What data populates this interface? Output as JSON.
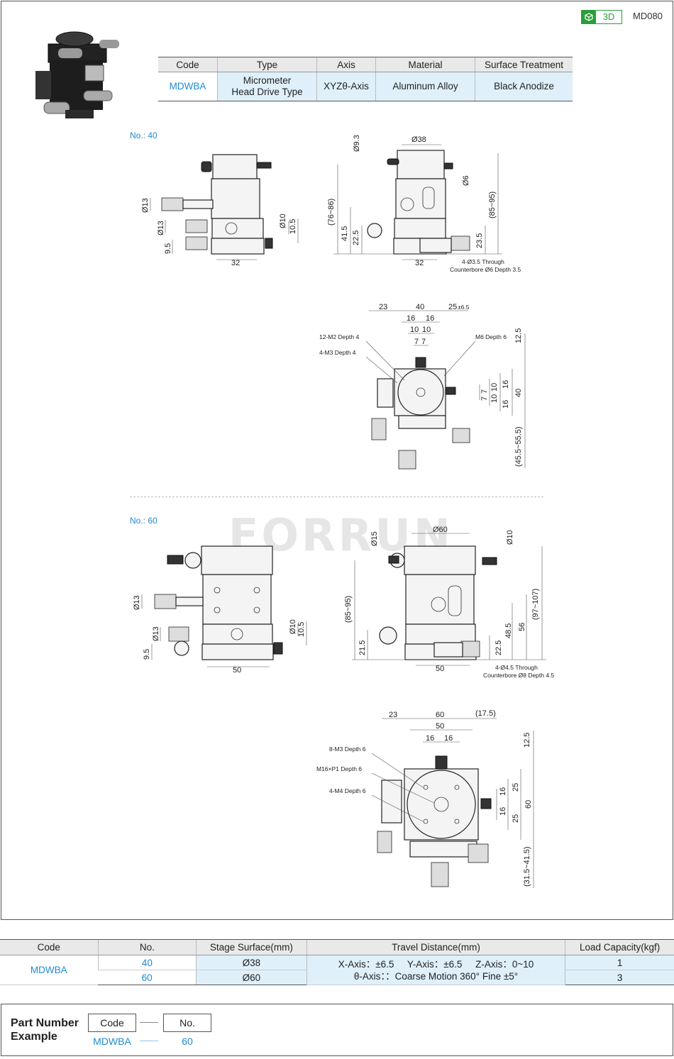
{
  "header": {
    "badge_3d": "3D",
    "model_code": "MD080"
  },
  "spec_table": {
    "headers": [
      "Code",
      "Type",
      "Axis",
      "Material",
      "Surface Treatment"
    ],
    "row": {
      "code": "MDWBA",
      "type_line1": "Micrometer",
      "type_line2": "Head Drive Type",
      "axis": "XYZθ-Axis",
      "material": "Aluminum Alloy",
      "surface": "Black Anodize"
    }
  },
  "drawings": {
    "no40": {
      "label": "No.: 40",
      "front_dims": [
        "Ø13",
        "Ø13",
        "9.5",
        "32",
        "Ø10",
        "10.5"
      ],
      "side_dims": [
        "Ø9.3",
        "Ø38",
        "Ø6",
        "(76~86)",
        "41.5",
        "22.5",
        "(85~95)",
        "23.5",
        "32"
      ],
      "side_note1": "4-Ø3.5 Through",
      "side_note2": "Counterbore Ø6 Depth 3.5",
      "top_dims": [
        "23",
        "40",
        "25",
        "±6.5",
        "16",
        "16",
        "10",
        "10",
        "7",
        "7",
        "12.5",
        "16",
        "10",
        "7",
        "7",
        "10",
        "16",
        "40",
        "(45.5~55.5)"
      ],
      "top_notes": [
        "12-M2 Depth 4",
        "4-M3 Depth 4",
        "M6 Depth 6"
      ]
    },
    "no60": {
      "label": "No.: 60",
      "front_dims": [
        "Ø13",
        "Ø13",
        "9.5",
        "50",
        "Ø10",
        "10.5"
      ],
      "side_dims": [
        "Ø15",
        "Ø60",
        "Ø10",
        "(85~95)",
        "21.5",
        "22.5",
        "48.5",
        "56",
        "(97~107)",
        "50"
      ],
      "side_note1": "4-Ø4.5 Through",
      "side_note2": "Counterbore Ø8 Depth 4.5",
      "top_dims": [
        "23",
        "60",
        "(17.5)",
        "50",
        "16",
        "16",
        "12.5",
        "16",
        "25",
        "16",
        "25",
        "60",
        "(31.5~41.5)"
      ],
      "top_notes": [
        "8-M3 Depth 6",
        "M16×P1 Depth 6",
        "4-M4 Depth 6"
      ]
    },
    "watermark": "FORRUN"
  },
  "bottom_table": {
    "headers": [
      "Code",
      "No.",
      "Stage Surface(mm)",
      "Travel Distance(mm)",
      "Load Capacity(kgf)"
    ],
    "code": "MDWBA",
    "rows": [
      {
        "no": "40",
        "surface": "Ø38",
        "load": "1"
      },
      {
        "no": "60",
        "surface": "Ø60",
        "load": "3"
      }
    ],
    "travel_line1": "X-Axis：±6.5     Y-Axis：±6.5     Z-Axis：0~10",
    "travel_line2": "θ-Axis：：Coarse Motion 360°  Fine ±5°"
  },
  "part_number": {
    "title_line1": "Part Number",
    "title_line2": "Example",
    "code_label": "Code",
    "no_label": "No.",
    "code_value": "MDWBA",
    "no_value": "60"
  }
}
